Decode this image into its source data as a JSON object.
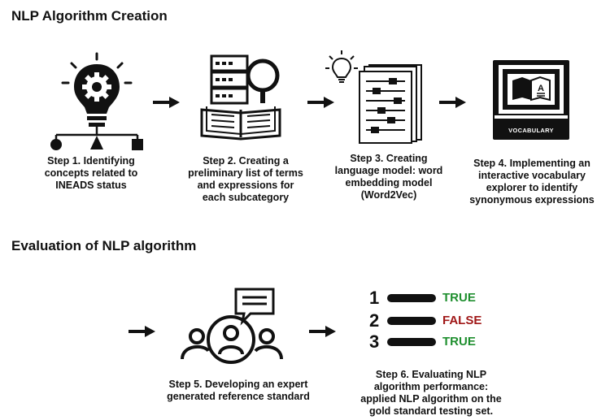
{
  "section1": {
    "title": "NLP Algorithm Creation",
    "steps": [
      {
        "text": "Step 1. Identifying\nconcepts related to\nINEADS status",
        "icon": "lightbulb-gear-icon"
      },
      {
        "text": "Step 2. Creating a\npreliminary list of terms\nand expressions for\neach subcategory",
        "icon": "server-book-magnifier-icon"
      },
      {
        "text": "Step 3. Creating\nlanguage model: word\nembedding model\n(Word2Vec)",
        "icon": "document-lightbulb-icon"
      },
      {
        "text": "Step 4. Implementing an\ninteractive vocabulary\nexplorer to identify\nsynonymous expressions",
        "icon": "laptop-book-icon",
        "screen_label": "VOCABULARY"
      }
    ]
  },
  "section2": {
    "title": "Evaluation of NLP algorithm",
    "steps": [
      {
        "text": "Step 5. Developing an expert\ngenerated reference standard",
        "icon": "expert-group-speech-icon"
      },
      {
        "text": "Step 6. Evaluating NLP\nalgorithm performance:\napplied NLP algorithm on the\ngold standard testing set.",
        "icon": "ranked-list-icon"
      }
    ]
  },
  "ranked_list": {
    "rows": [
      {
        "number": "1",
        "result": "TRUE"
      },
      {
        "number": "2",
        "result": "FALSE"
      },
      {
        "number": "3",
        "result": "TRUE"
      }
    ]
  },
  "colors": {
    "true": "#1f8f2f",
    "false": "#a01818",
    "ink": "#111111"
  }
}
